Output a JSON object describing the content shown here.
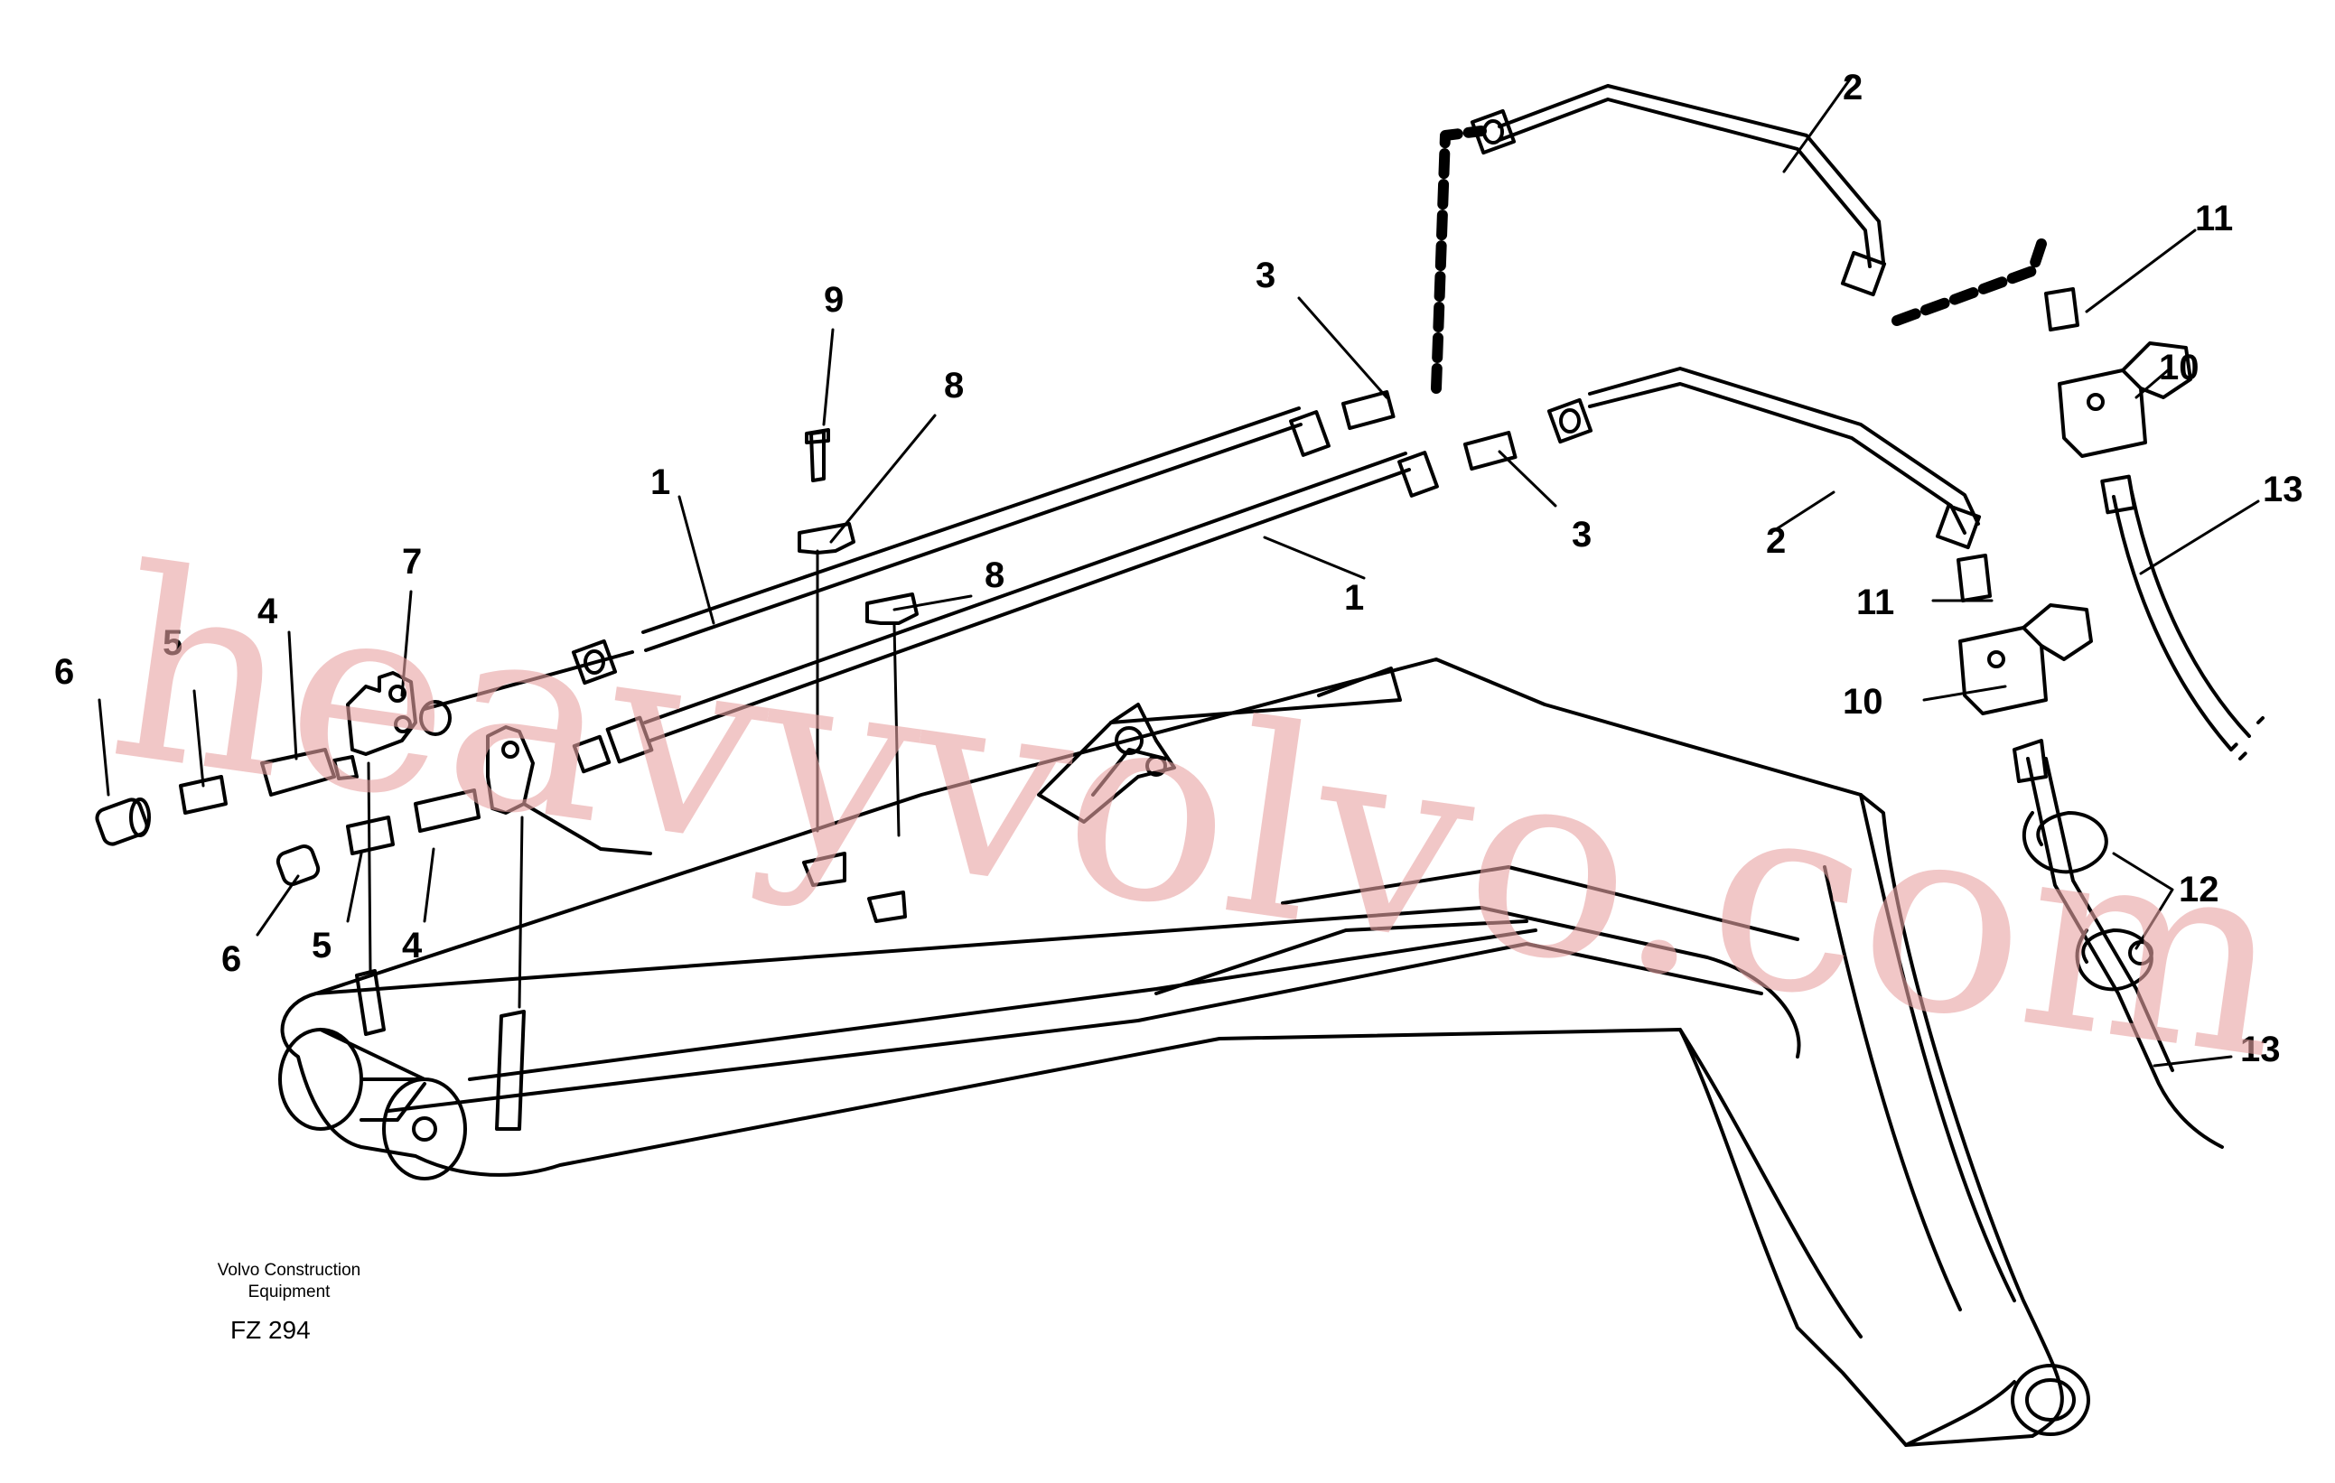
{
  "figure_code": "FZ 294",
  "company": [
    "Volvo Construction",
    "Equipment"
  ],
  "watermark": "heavyvolvo.com",
  "callouts": [
    "1",
    "1",
    "2",
    "2",
    "3",
    "3",
    "4",
    "4",
    "5",
    "5",
    "6",
    "6",
    "7",
    "8",
    "8",
    "9",
    "10",
    "10",
    "11",
    "11",
    "12",
    "13",
    "13"
  ],
  "colors": {
    "line": "#000000",
    "watermark": "#e8a3a3",
    "background": "#ffffff"
  }
}
